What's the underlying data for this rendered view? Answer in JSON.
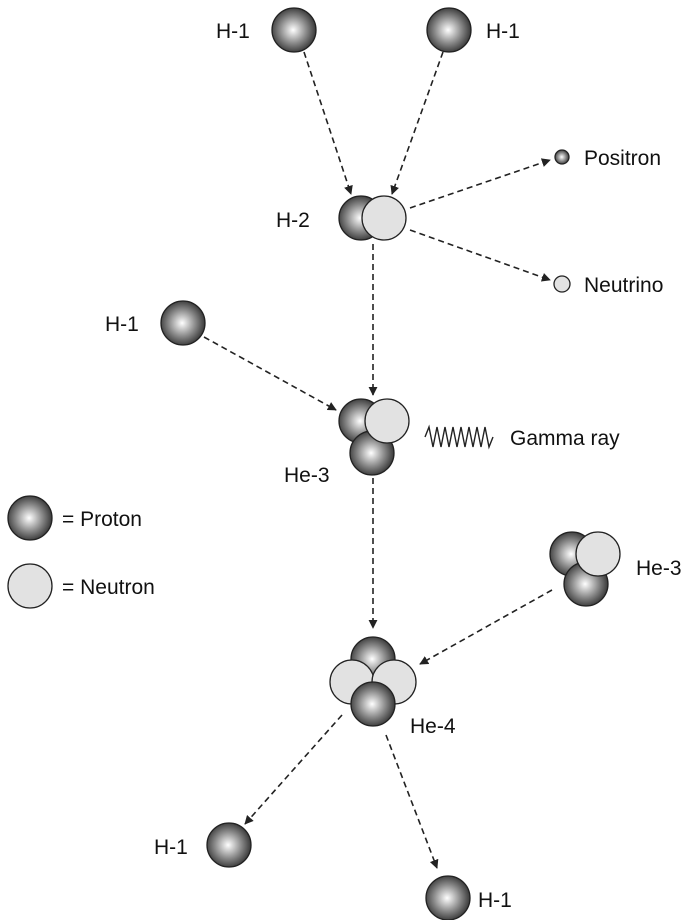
{
  "diagram": {
    "labels": {
      "h1_top_left": "H-1",
      "h1_top_right": "H-1",
      "h2": "H-2",
      "positron": "Positron",
      "neutrino": "Neutrino",
      "h1_mid_left": "H-1",
      "gamma_ray": "Gamma ray",
      "he3_center": "He-3",
      "he3_right": "He-3",
      "he4": "He-4",
      "h1_bottom_left": "H-1",
      "h1_bottom_right": "H-1"
    },
    "legend": {
      "proton": "= Proton",
      "neutron": "= Neutron"
    },
    "colors": {
      "proton_light": "#ffffff",
      "proton_mid": "#8a8a8a",
      "proton_dark": "#2e2e2e",
      "neutron": "#e2e2e2",
      "line": "#222222"
    }
  }
}
